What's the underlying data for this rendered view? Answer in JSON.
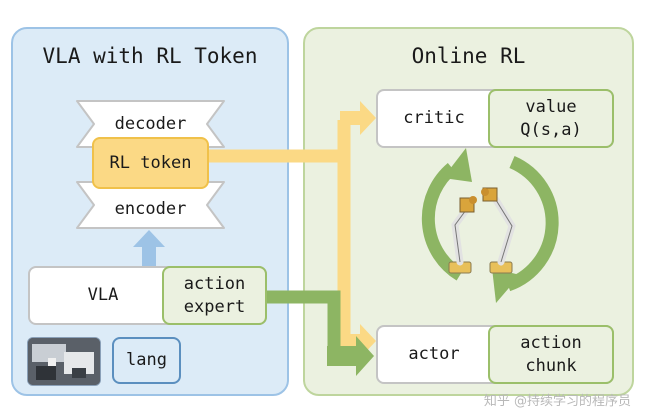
{
  "left_panel": {
    "title": "VLA with RL Token"
  },
  "right_panel": {
    "title": "Online RL"
  },
  "nodes": {
    "decoder": "decoder",
    "rl_token": "RL token",
    "encoder": "encoder",
    "vla": "VLA",
    "action_expert": "action\nexpert",
    "lang": "lang",
    "critic": "critic",
    "value": "value\nQ(s,a)",
    "actor": "actor",
    "action_chunk": "action\nchunk"
  },
  "watermark": "知乎 @持续学习的程序员",
  "colors": {
    "left_panel_bg": "#dcebf7",
    "right_panel_bg": "#ebf1e0",
    "yellow_arrow": "#fbd985",
    "green_arrow": "#8db563",
    "blue_arrow": "#9dc3e6"
  }
}
